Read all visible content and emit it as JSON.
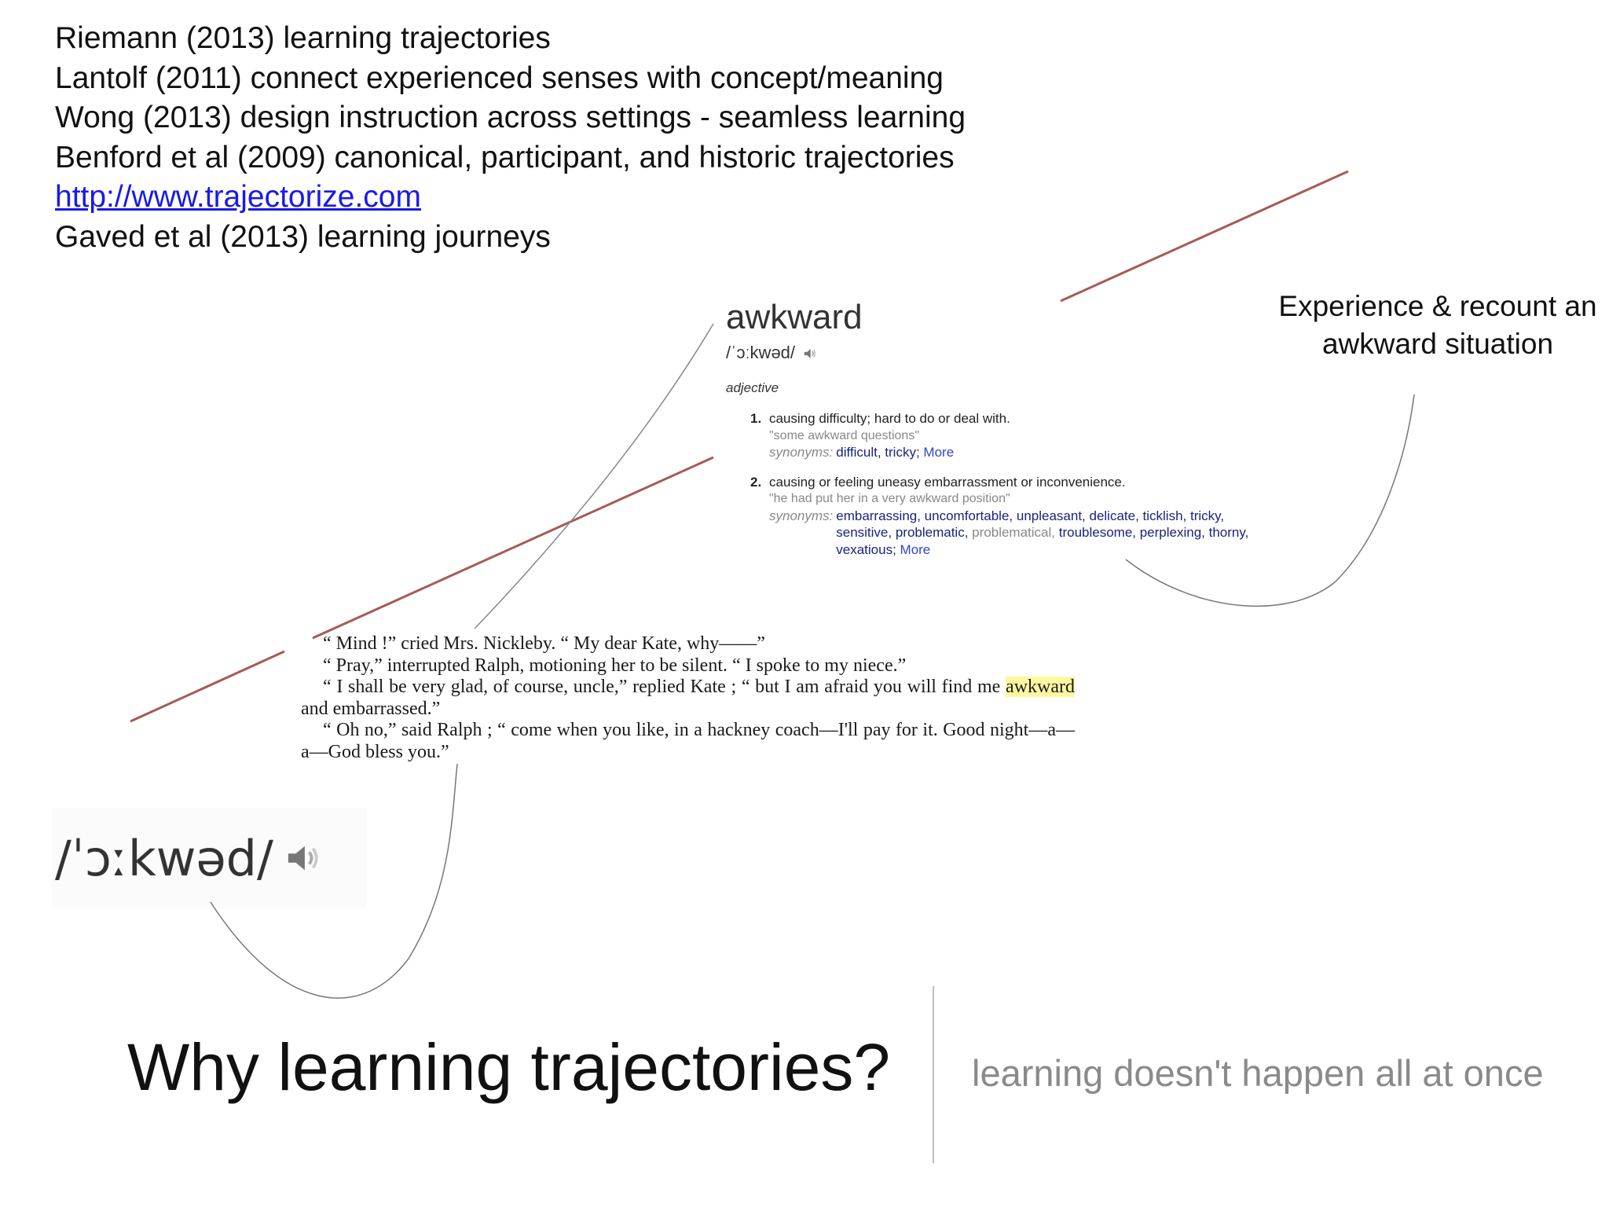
{
  "references": [
    {
      "text": "Riemann (2013) learning trajectories"
    },
    {
      "text": "Lantolf (2011) connect experienced senses with concept/meaning"
    },
    {
      "text": "Wong (2013) design instruction across settings - seamless learning"
    },
    {
      "text": "Benford et al (2009) canonical, participant, and historic trajectories"
    },
    {
      "text": "http://www.trajectorize.com",
      "is_link": true
    },
    {
      "text": "Gaved et al (2013) learning journeys"
    }
  ],
  "dictionary": {
    "word": "awkward",
    "pronunciation": "/ˈɔːkwəd/",
    "part_of_speech": "adjective",
    "senses": [
      {
        "number": "1.",
        "definition": "causing difficulty; hard to do or deal with.",
        "example": "\"some awkward questions\"",
        "synonyms_label": "synonyms:",
        "synonyms": "difficult, tricky;",
        "more": "More"
      },
      {
        "number": "2.",
        "definition": "causing or feeling uneasy embarrassment or inconvenience.",
        "example": "\"he had put her in a very awkward position\"",
        "synonyms_label": "synonyms:",
        "synonyms_a": "embarrassing, uncomfortable, unpleasant, delicate, ticklish, tricky, sensitive, problematic,",
        "synonyms_faint": "problematical,",
        "synonyms_b": "troublesome, perplexing, thorny, vexatious;",
        "more": "More"
      }
    ]
  },
  "book_excerpt": {
    "p1": "“ Mind !” cried Mrs. Nickleby. “ My dear Kate, why——”",
    "p2": "“ Pray,” interrupted Ralph, motioning her to be silent. “ I spoke to my niece.”",
    "p3_start": "“ I shall be very glad, of course, uncle,” replied Kate ; “ but I am afraid you will find me",
    "p3_highlight": "awkward",
    "p3_end": "and embarrassed.”",
    "p4": "“ Oh no,” said Ralph ; “ come when you like, in a hackney coach—I'll pay for it. Good night—a—a—God bless you.”"
  },
  "phonetic_large": "/ˈɔːkwəd/",
  "experience_label": "Experience & recount an awkward situation",
  "title": "Why learning trajectories?",
  "subtitle": "learning doesn't happen all at once",
  "colors": {
    "trajectory_line": "#a85a55",
    "link": "#1a1ae6",
    "highlight": "#fff7a0",
    "synonym": "#1a237e",
    "subtitle": "#8a8a8a"
  }
}
